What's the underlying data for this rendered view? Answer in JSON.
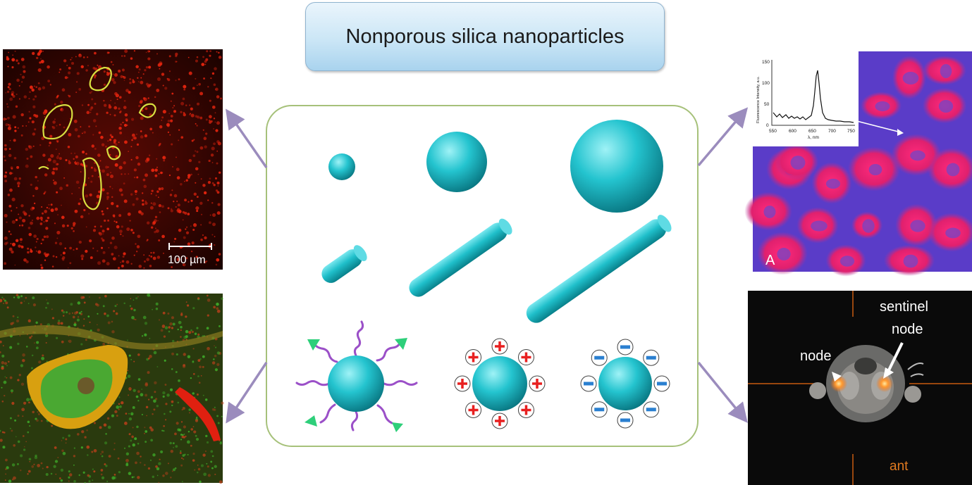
{
  "title": "Nonporous silica nanoparticles",
  "panels": {
    "top_left": {
      "scale_label": "100 µm"
    },
    "top_right": {
      "panel_letter": "A",
      "inset_y_label": "Fluorescence Intensity, a.u.",
      "inset_x_label": "λ, nm",
      "inset_y_ticks": [
        "0",
        "50",
        "100",
        "150"
      ],
      "inset_x_ticks": [
        "550",
        "600",
        "650",
        "700",
        "750"
      ]
    },
    "bottom_right": {
      "label_node": "node",
      "label_sentinel_line1": "sentinel",
      "label_sentinel_line2": "node",
      "label_ant": "ant"
    }
  },
  "nanoparticles": {
    "rows": [
      "spheres of increasing size",
      "rods of increasing length",
      "surface functionalization"
    ],
    "charges": {
      "positive_symbol": "+",
      "negative_symbol": "−"
    }
  },
  "colors": {
    "particle": "#20c0cc",
    "arrow": "#9b8cbd",
    "frame": "#a6c17a",
    "polymer": "#9b50c8",
    "ligand": "#2ecf7a",
    "positive": "#e82020",
    "negative": "#2a7fd0"
  }
}
